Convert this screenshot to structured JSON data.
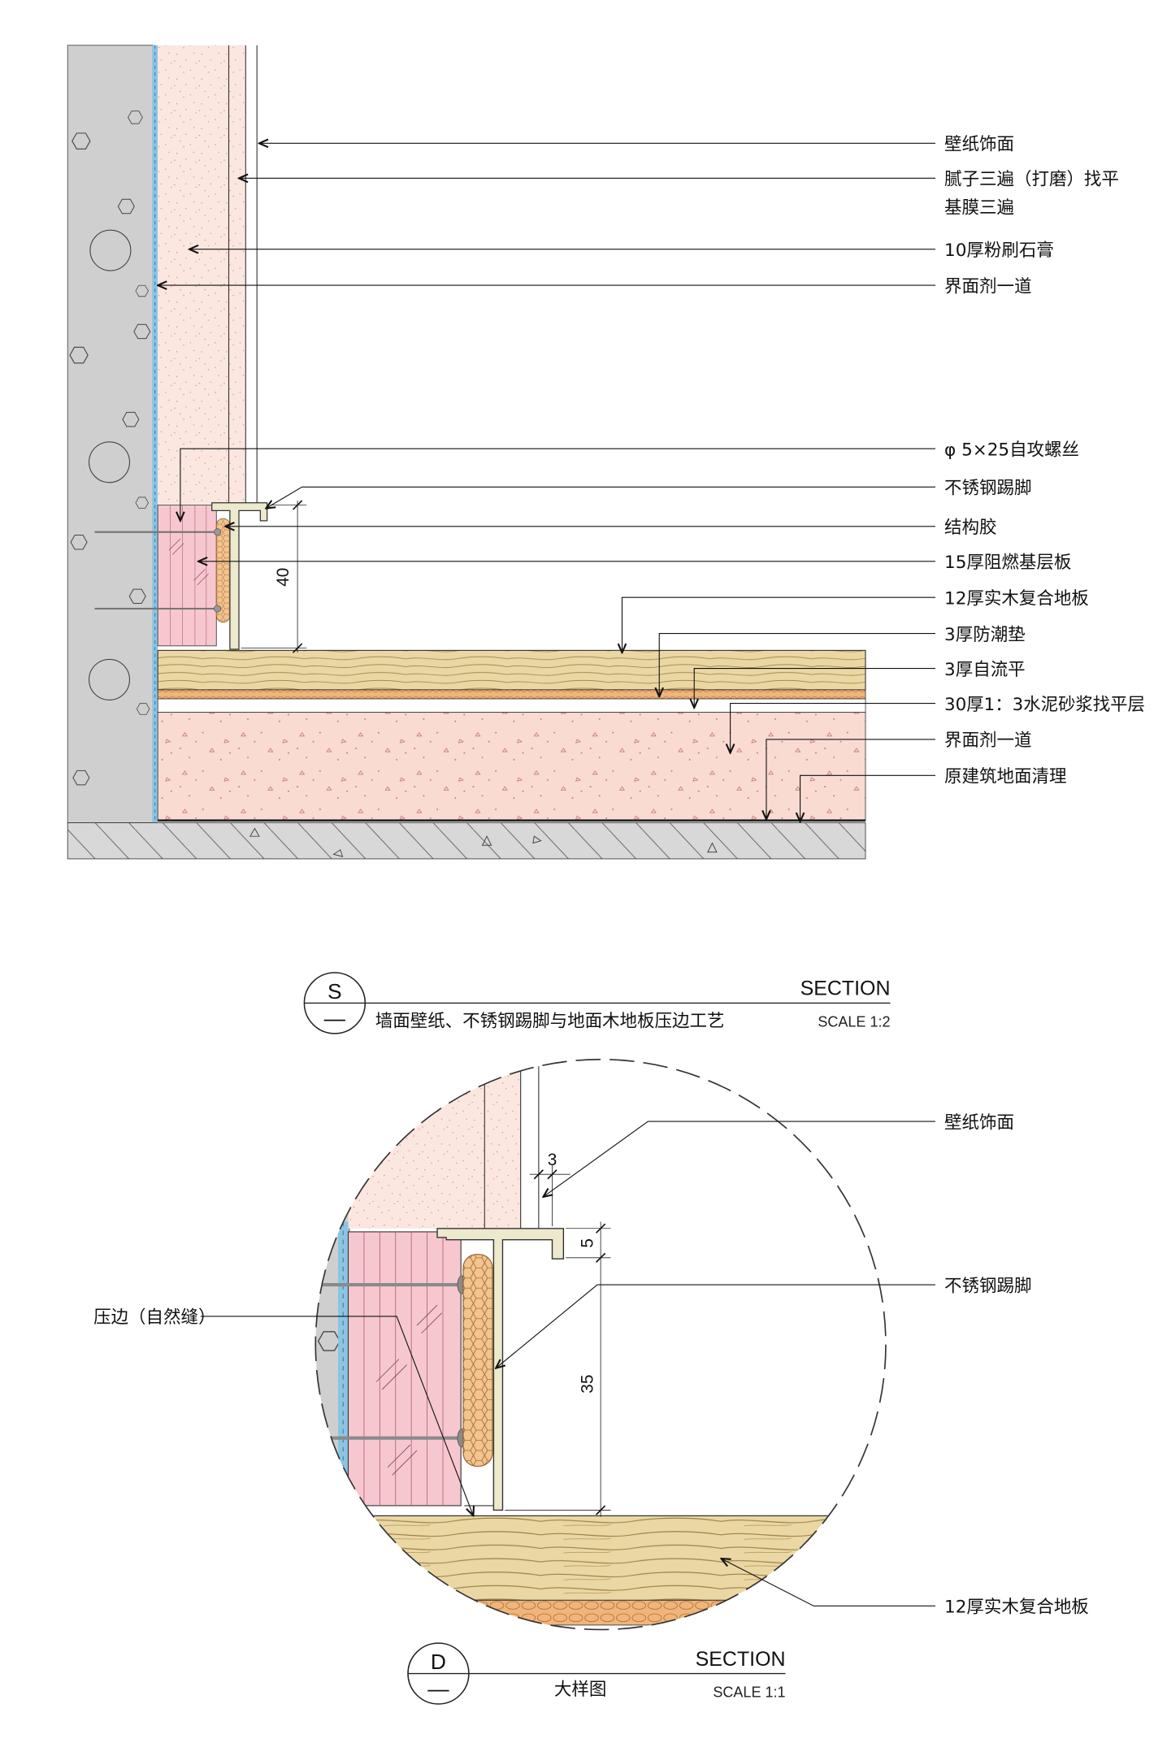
{
  "main_section": {
    "labels": {
      "wallpaper": "壁纸饰面",
      "putty": "腻子三遍（打磨）找平",
      "base_film": "基膜三遍",
      "gypsum": "10厚粉刷石膏",
      "wall_interface": "界面剂一道",
      "screw": "φ 5×25自攻螺丝",
      "skirting": "不锈钢踢脚",
      "adhesive": "结构胶",
      "base_board": "15厚阻燃基层板",
      "wood_floor": "12厚实木复合地板",
      "moisture_pad": "3厚防潮垫",
      "self_leveling": "3厚自流平",
      "mortar": "30厚1：3水泥砂浆找平层",
      "floor_interface": "界面剂一道",
      "base_cleanup": "原建筑地面清理"
    },
    "dimension_height": "40"
  },
  "main_title": {
    "mark_top": "S",
    "mark_bottom": "—",
    "section": "SECTION",
    "title": "墙面壁纸、不锈钢踢脚与地面木地板压边工艺",
    "scale": "SCALE 1:2"
  },
  "detail": {
    "labels": {
      "wallpaper": "壁纸饰面",
      "skirting": "不锈钢踢脚",
      "edge_gap": "压边（自然缝）",
      "wood_floor": "12厚实木复合地板"
    },
    "dimensions": {
      "wallpaper_gap": "3",
      "flange": "5",
      "height": "35"
    }
  },
  "detail_title": {
    "mark_top": "D",
    "mark_bottom": "—",
    "section": "SECTION",
    "title": "大样图",
    "scale": "SCALE 1:1"
  },
  "colors": {
    "concrete": "#cfcfcf",
    "interface_blue": "#8cc4e2",
    "plaster": "#fbe7e0",
    "base_board": "#f7c7cf",
    "stainless": "#ece9cc",
    "adhesive": "#f2c48f",
    "wood": "#ead7a3",
    "moisture_pad": "#f0b57a",
    "mortar": "#fadbd2",
    "line": "#333333"
  }
}
